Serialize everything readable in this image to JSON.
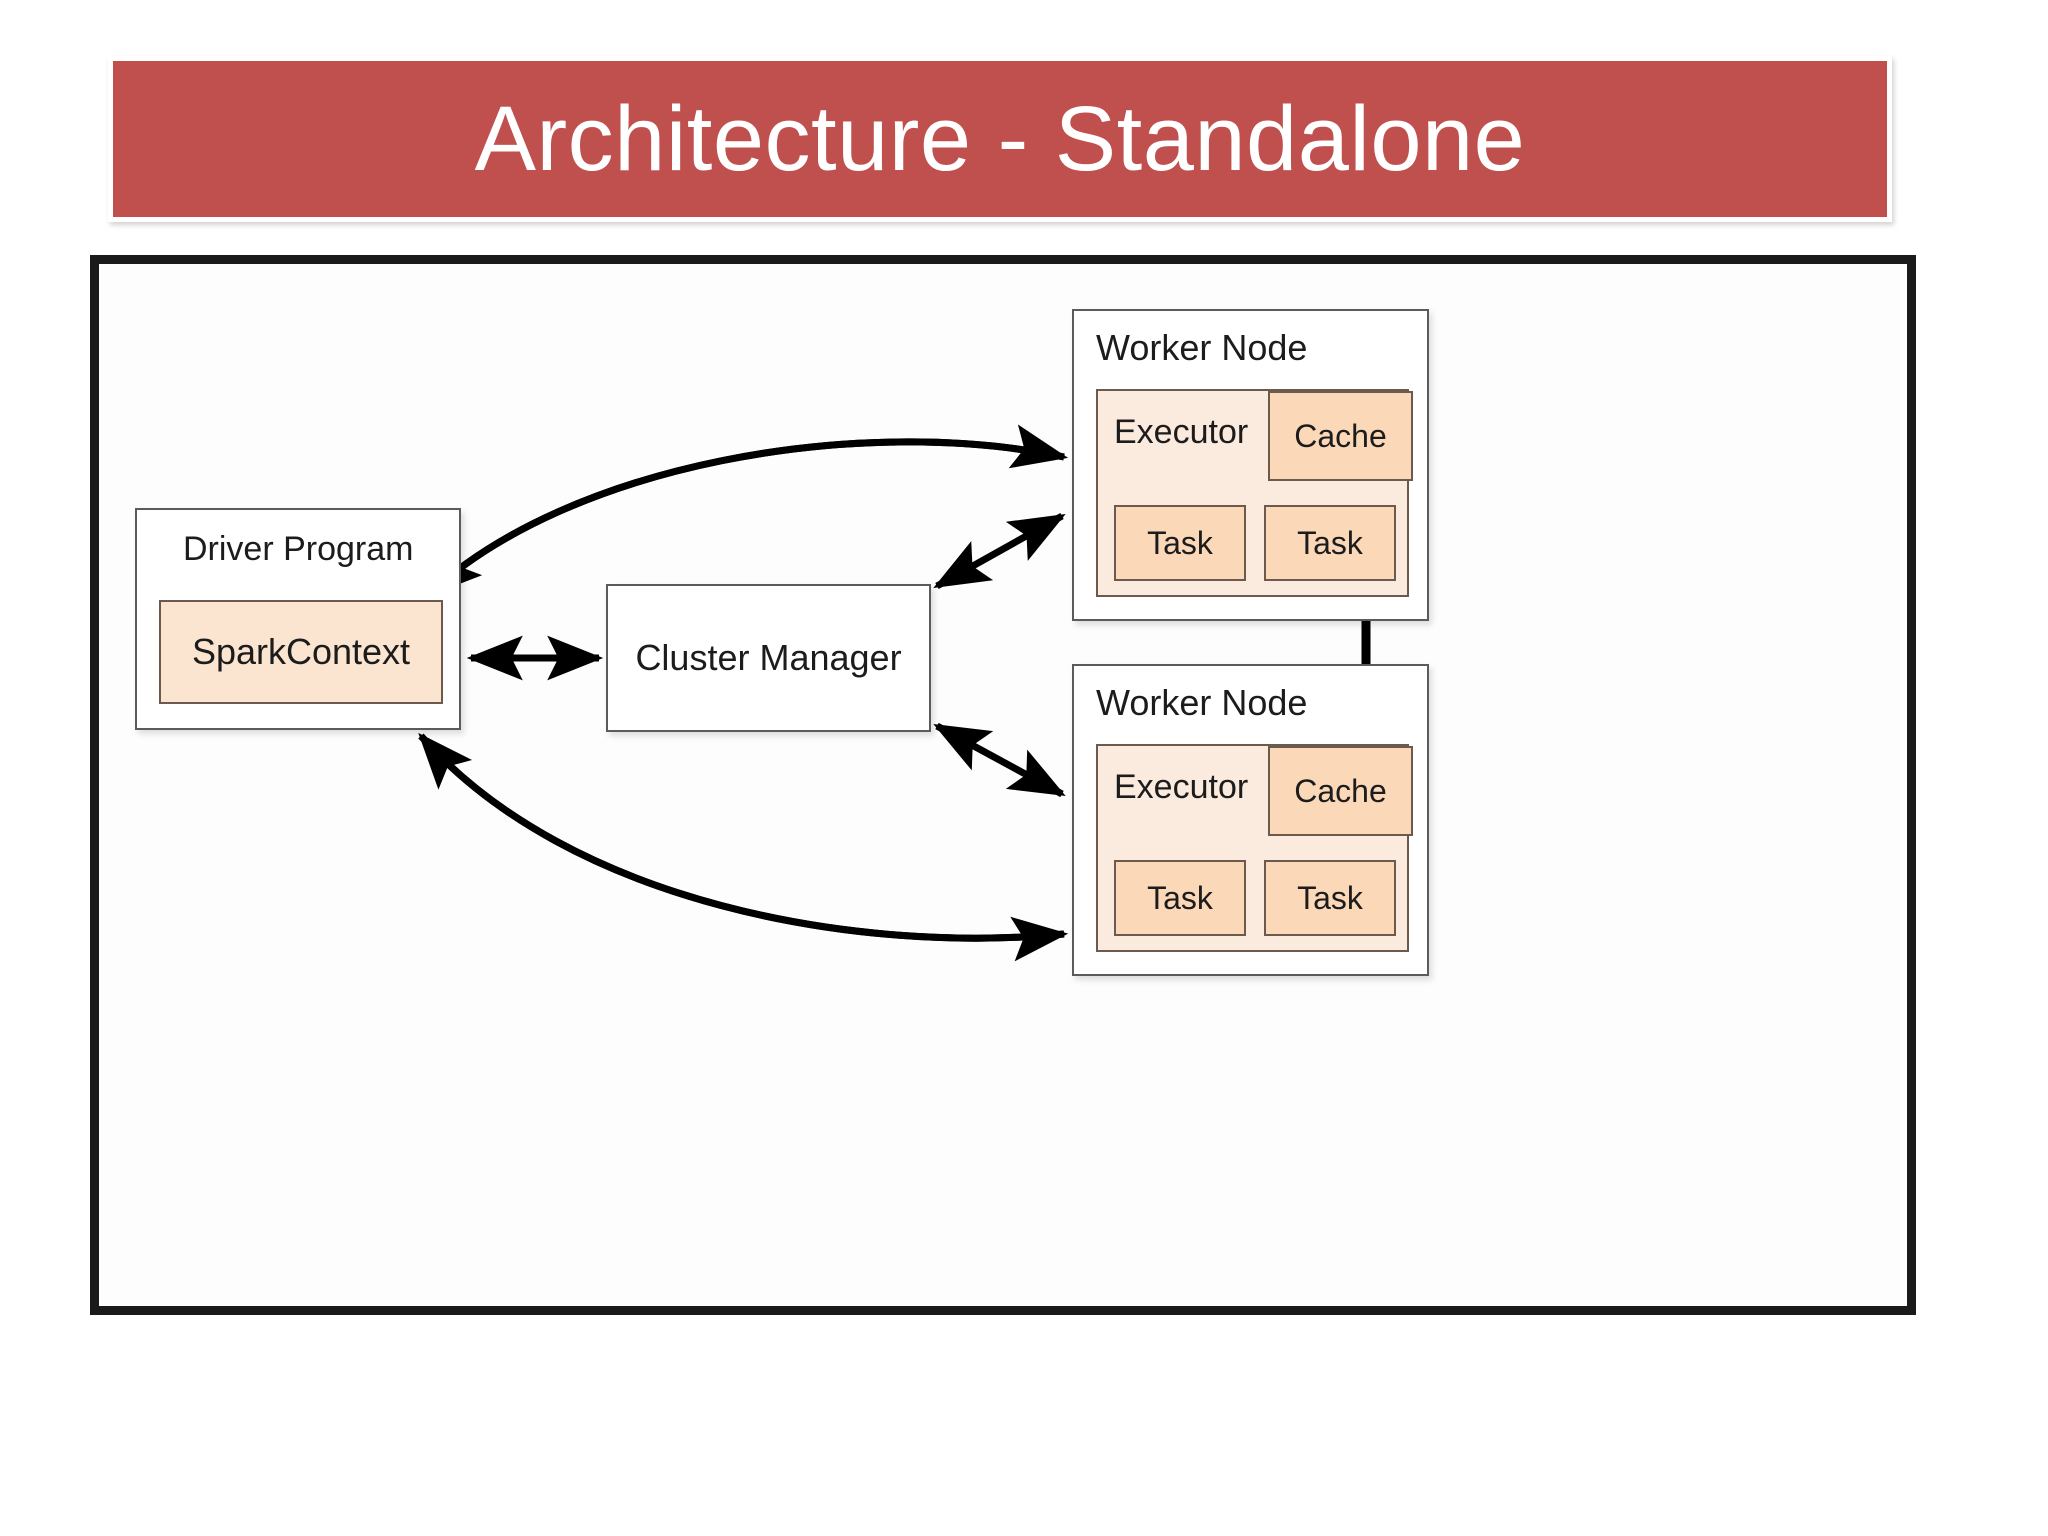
{
  "slide": {
    "title": "Architecture - Standalone",
    "title_bar_color": "#c0504d",
    "title_text_color": "#ffffff",
    "background_color": "#ffffff"
  },
  "diagram": {
    "frame_border_color": "#1a1a1a",
    "node_border_color": "#5b5b5b",
    "accent_light": "#fbeade",
    "accent_mid": "#fbe4d0",
    "accent_dark": "#fbd8b8",
    "driver_program": {
      "label": "Driver Program",
      "spark_context": {
        "label": "SparkContext"
      }
    },
    "cluster_manager": {
      "label": "Cluster Manager"
    },
    "worker_nodes": [
      {
        "label": "Worker Node",
        "executor": {
          "label": "Executor",
          "cache": {
            "label": "Cache"
          },
          "tasks": [
            {
              "label": "Task"
            },
            {
              "label": "Task"
            }
          ]
        }
      },
      {
        "label": "Worker Node",
        "executor": {
          "label": "Executor",
          "cache": {
            "label": "Cache"
          },
          "tasks": [
            {
              "label": "Task"
            },
            {
              "label": "Task"
            }
          ]
        }
      }
    ],
    "connections": [
      {
        "name": "sparkcontext-to-worker-1",
        "style": "curved",
        "arrowheads": "both-ends-separate"
      },
      {
        "name": "sparkcontext-to-worker-2",
        "style": "curved",
        "arrowheads": "both-ends-separate"
      },
      {
        "name": "sparkcontext-to-cluster-manager",
        "style": "straight-horizontal",
        "arrowheads": "double"
      },
      {
        "name": "cluster-manager-to-worker-1",
        "style": "straight-diagonal",
        "arrowheads": "double"
      },
      {
        "name": "cluster-manager-to-worker-2",
        "style": "straight-diagonal",
        "arrowheads": "double"
      },
      {
        "name": "worker-1-cache-to-worker-2-cache",
        "style": "straight-vertical",
        "arrowheads": "double"
      }
    ]
  }
}
